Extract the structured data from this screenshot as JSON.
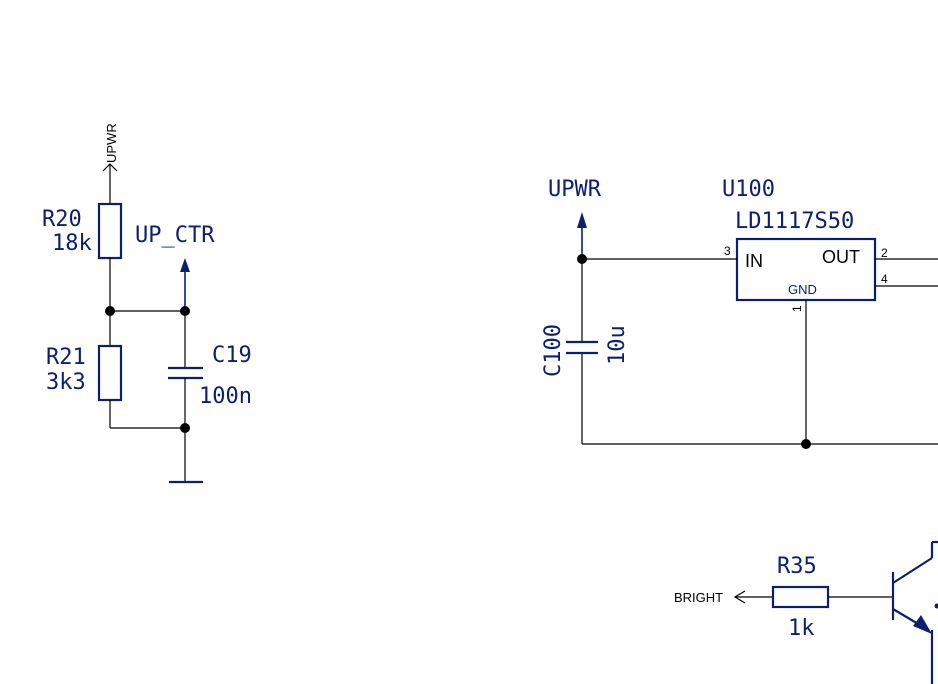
{
  "left_circuit": {
    "power_label": "UPWR",
    "r20": {
      "ref": "R20",
      "value": "18k"
    },
    "r21": {
      "ref": "R21",
      "value": "3k3"
    },
    "net_label": "UP_CTR",
    "c19": {
      "ref": "C19",
      "value": "100n"
    }
  },
  "regulator": {
    "power_label": "UPWR",
    "ref": "U100",
    "part": "LD1117S50",
    "pins": {
      "in_name": "IN",
      "out_name": "OUT",
      "gnd_name": "GND",
      "in_num": "3",
      "out_num": "2",
      "tab_num": "4",
      "gnd_num": "1"
    },
    "c100": {
      "ref": "C100",
      "value": "10u"
    }
  },
  "bright_circuit": {
    "port_label": "BRIGHT",
    "r35": {
      "ref": "R35",
      "value": "1k"
    }
  },
  "colors": {
    "component": "#0b1f6e",
    "wire": "#000000"
  }
}
